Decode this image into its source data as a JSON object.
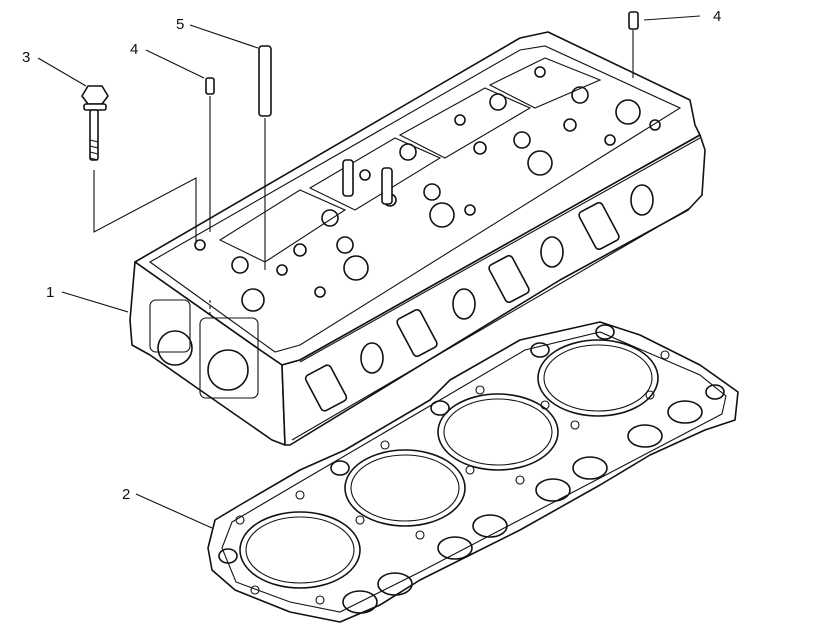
{
  "callouts": [
    {
      "id": "1",
      "label": "1",
      "part": "cylinder-head"
    },
    {
      "id": "2",
      "label": "2",
      "part": "head-gasket"
    },
    {
      "id": "3",
      "label": "3",
      "part": "head-bolt"
    },
    {
      "id": "4a",
      "label": "4",
      "part": "dowel-pin"
    },
    {
      "id": "4b",
      "label": "4",
      "part": "dowel-pin"
    },
    {
      "id": "5",
      "label": "5",
      "part": "guide-pin"
    }
  ],
  "colors": {
    "ink": "#111111",
    "paper": "#ffffff"
  }
}
